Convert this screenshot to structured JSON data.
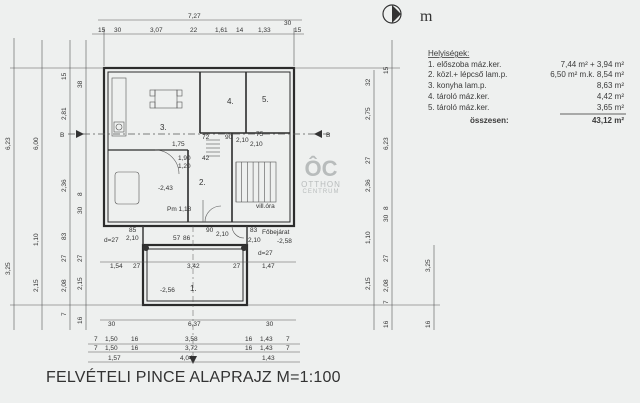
{
  "title": "FELVÉTELI PINCE ALAPRAJZ M=1:100",
  "north_symbol": "m",
  "logo": {
    "mark": "ÔC",
    "line1": "OTTHON",
    "line2": "CENTRUM"
  },
  "legend": {
    "heading": "Helyiségek:",
    "items": [
      {
        "label": "1. előszoba máz.ker.",
        "value": "7,44 m² + 3,94 m²"
      },
      {
        "label": "2. közl.+ lépcső lam.p.",
        "value": "6,50 m² m.k. 8,54 m²"
      },
      {
        "label": "3. konyha lam.p.",
        "value": "8,63 m²"
      },
      {
        "label": "4. tároló máz.ker.",
        "value": "4,42 m²"
      },
      {
        "label": "5. tároló máz.ker.",
        "value": "3,65 m²"
      }
    ],
    "total_label": "összesen:",
    "total_value": "43,12 m²"
  },
  "rooms": [
    "1.",
    "2.",
    "3.",
    "4.",
    "5."
  ],
  "plan_labels": {
    "level_a": "-2,43",
    "level_b": "-2,56",
    "level_c": "-2,58",
    "pm": "Pm 1,18",
    "villora": "vill.óra",
    "entrance": "Főbejárat",
    "d1": "d=27",
    "d2": "d=27",
    "section_a": "B",
    "section_b": "B",
    "stair_a": "72",
    "stair_b": "90",
    "stair_c": "42",
    "win1": "1,75",
    "win2": "1,90",
    "win3": "1,20",
    "win4": "2,10",
    "win5": "75",
    "win6": "2,10",
    "d_85": "85",
    "d_210": "2,10",
    "d_57": "57",
    "d_86": "86",
    "d_90": "90",
    "d_210b": "2,10",
    "d_83": "83",
    "d_210c": "2,10"
  },
  "top_dims": {
    "overall": "7,27",
    "row": [
      "15",
      "30",
      "3,07",
      "22",
      "1,61",
      "14",
      "1,33",
      "30"
    ],
    "extra": "15"
  },
  "bottom_dims": {
    "row1_total": "6,37",
    "row1": [
      "30",
      "30"
    ],
    "row2": [
      "7",
      "1,50",
      "16",
      "3,58",
      "16",
      "1,43",
      "7"
    ],
    "row3": [
      "7",
      "1,50",
      "16",
      "3,72",
      "16",
      "1,43",
      "7"
    ],
    "row4": [
      "1,57",
      "4,04",
      "1,43"
    ]
  },
  "mid_dims": [
    "1,54",
    "27",
    "3,42",
    "27",
    "1,47"
  ],
  "left_dims": {
    "col1": [
      "6,23",
      "3,25"
    ],
    "col2": [
      "6,00",
      "1,10",
      "2,15"
    ],
    "col3": [
      "15",
      "2,81",
      "2,36",
      "83",
      "27",
      "2,08",
      "7"
    ],
    "col4": [
      "38",
      "8",
      "30",
      "27",
      "2,15",
      "16"
    ]
  },
  "right_dims": {
    "col1": [
      "32",
      "2,75",
      "27",
      "2,36",
      "1,10",
      "2,15"
    ],
    "col2": [
      "15",
      "6,23",
      "8",
      "30",
      "27",
      "2,08",
      "7",
      "16"
    ],
    "col3": [
      "3,25",
      "16"
    ]
  }
}
